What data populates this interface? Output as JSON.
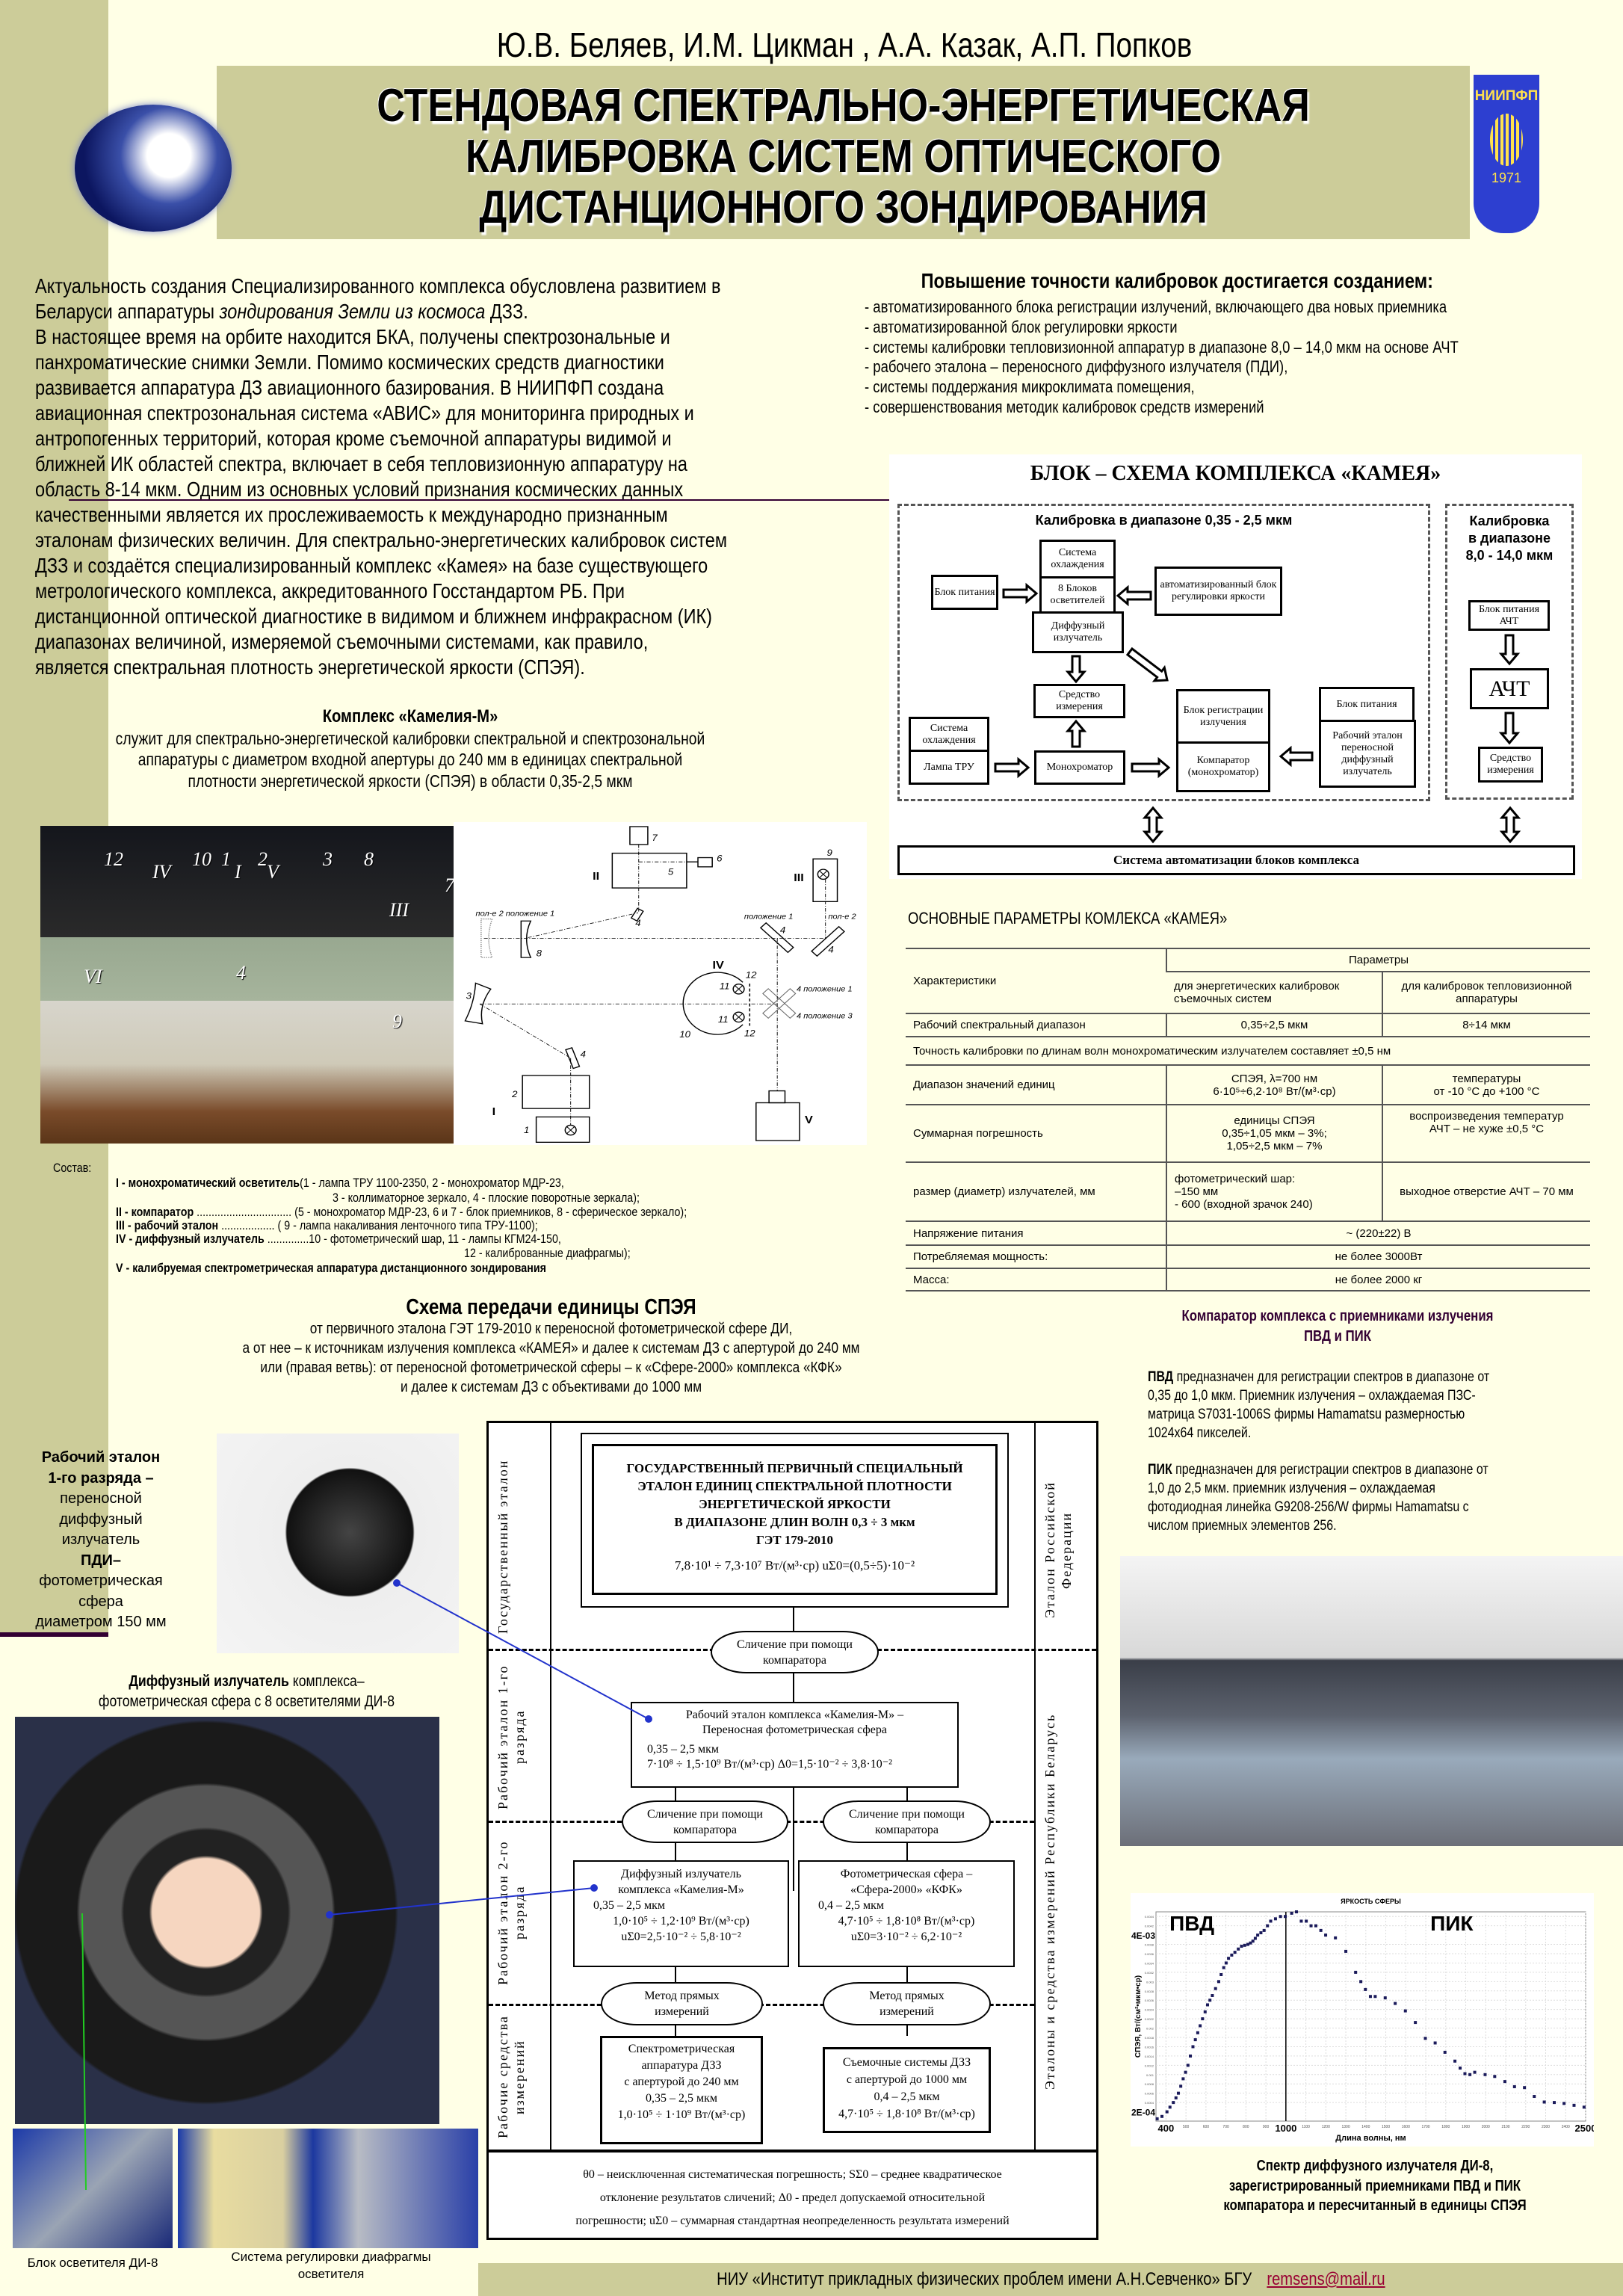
{
  "header": {
    "authors": "Ю.В. Беляев, И.М. Цикман , А.А. Казак, А.П. Попков",
    "title_lines": [
      "СТЕНДОВАЯ СПЕКТРАЛЬНО-ЭНЕРГЕТИЧЕСКАЯ",
      "КАЛИБРОВКА СИСТЕМ ОПТИЧЕСКОГО",
      "ДИСТАНЦИОННОГО ЗОНДИРОВАНИЯ"
    ],
    "emblem_text": "НИИПФП",
    "emblem_year": "1971"
  },
  "intro": {
    "l1": "Актуальность создания Специализированного комплекса обусловлена развитием в",
    "l2a": "Беларуси аппаратуры ",
    "l2b": "зондирования Земли из космоса",
    "l2c": " ДЗЗ.",
    "lines": [
      "В настоящее время на орбите находится БКА, получены спектрозональные и",
      "панхроматические снимки Земли. Помимо космических средств диагностики",
      "развивается аппаратура ДЗ авиационного базирования. В НИИПФП создана",
      "авиационная спектрозональная система «АВИС» для мониторинга природных и",
      "антропогенных территорий, которая кроме съемочной аппаратуры видимой и",
      "ближней ИК областей спектра, включает в себя тепловизионную аппаратуру на",
      "область  8-14 мкм. Одним из основных условий признания космических данных",
      "качественными является их прослеживаемость к международно признанным",
      "эталонам физических величин. Для спектрально-энергетических калибровок систем",
      "ДЗЗ и создаётся специализированный комплекс «Камея» на базе существующего",
      "метрологического комплекса, аккредитованного Госстандартом РБ. При",
      "дистанционной оптической диагностике в видимом и ближнем инфракрасном (ИК)",
      "диапазонах величиной, измеряемой съемочными системами, как правило,",
      "является спектральная плотность энергетической яркости (СПЭЯ)."
    ]
  },
  "goals": {
    "heading": "Повышение точности калибровок достигается созданием:",
    "items": [
      " - автоматизированного блока регистрации излучений, включающего два новых приемника",
      " - автоматизированной блок регулировки яркости",
      " - системы калибровки тепловизионной аппаратур в диапазоне 8,0 – 14,0 мкм на основе АЧТ",
      "- рабочего эталона – переносного диффузного излучателя (ПДИ),",
      "- системы поддержания микроклимата помещения,",
      "- совершенствования методик калибровок средств измерений"
    ]
  },
  "block_scheme": {
    "title": "БЛОК – СХЕМА КОМПЛЕКСА «КАМЕЯ»",
    "left_heading": "Калибровка в диапазоне 0,35 - 2,5 мкм",
    "right_heading": [
      "Калибровка",
      "в диапазоне",
      "8,0 - 14,0 мкм"
    ],
    "boxes": {
      "cooling1": "Система охлаждения",
      "illuminators": "8 Блоков осветителей",
      "power1": "Блок питания",
      "brightness": "автоматизированный блок регулировки яркости",
      "diffuse": "Диффузный излучатель",
      "meas1": "Средство измерения",
      "cooling2": "Система охлаждения",
      "lamp": "Лампа ТРУ",
      "mono": "Монохроматор",
      "register": "Блок регистрации излучения",
      "comparator": "Компаратор (монохроматор)",
      "power2": "Блок питания",
      "workstd": "Рабочий эталон переносной диффузный излучатель",
      "power_acht": "Блок питания АЧТ",
      "acht": "АЧТ",
      "meas2": "Средство измерения",
      "automation": "Система автоматизации блоков комплекса"
    }
  },
  "kamelia": {
    "heading": "Комплекс «Камелия-М»",
    "lines": [
      "служит для спектрально-энергетической калибровки спектральной и спектрозональной",
      "аппаратуры с диаметром входной апертуры до 240 мм в единицах спектральной",
      "плотности энергетической яркости (СПЭЯ) в области 0,35-2,5 мкм"
    ]
  },
  "lab_photo_labels": [
    "12",
    "IV",
    "10",
    "1",
    "I",
    "2",
    "V",
    "3",
    "8",
    "III",
    "VI",
    "4",
    "9",
    "7"
  ],
  "optical_scheme": {
    "labels": [
      "7",
      "6",
      "5",
      "II",
      "4",
      "пол-е 2 положение 1",
      "8",
      "9",
      "III",
      "положение 1",
      "пол-е 2",
      "4",
      "4",
      "IV",
      "12",
      "11",
      "11",
      "12",
      "10",
      "4 положение 1",
      "4 положение 3",
      "3",
      "4",
      "2",
      "1",
      "I",
      "V"
    ]
  },
  "params": {
    "title": "ОСНОВНЫЕ ПАРАМЕТРЫ КОМЛЕКСА «КАМЕЯ»",
    "h_char": "Характеристики",
    "h_params": "Параметры",
    "h_col1": "для энергетических калибровок съемочных систем",
    "h_col2": "для калибровок тепловизионной аппаратуры",
    "rows": [
      {
        "label": "Рабочий спектральный диапазон",
        "c1": "0,35÷2,5 мкм",
        "c2": "8÷14 мкм"
      },
      {
        "label": "Точность калибровки по длинам волн монохроматическим излучателем составляет ±0,5 нм"
      },
      {
        "label": "Диапазон значений единиц",
        "c1a": "СПЭЯ, λ=700 нм",
        "c1b": "6·10⁵÷6,2·10⁸ Вт/(м³·ср)",
        "c2a": "температуры",
        "c2b": "от -10 °С до +100 °С"
      },
      {
        "label": "Суммарная погрешность",
        "c1a": "единицы СПЭЯ",
        "c1b": "0,35÷1,05 мкм – 3%;",
        "c1c": "1,05÷2,5 мкм – 7%",
        "c2a": "воспроизведения температур",
        "c2b": "АЧТ – не хуже ±0,5 °С"
      },
      {
        "label": "размер (диаметр) излучателей, мм",
        "c1a": "фотометрический шар:",
        "c1b": " –150 мм",
        "c1c": " - 600 (входной зрачок 240)",
        "c2": "выходное отверстие АЧТ – 70 мм"
      },
      {
        "label": "Напряжение питания",
        "c": "~ (220±22) В"
      },
      {
        "label": "Потребляемая мощность:",
        "c": "не более 3000Вт"
      },
      {
        "label": "Масса:",
        "c": "не более 2000 кг"
      }
    ]
  },
  "sostav": {
    "label": "Состав:",
    "l1b": "I - монохроматический осветитель",
    "l1": "(1 - лампа ТРУ 1100-2350, 2 - монохроматор МДР-23,",
    "l2": "3 - коллиматорное зеркало, 4 - плоские поворотные зеркала);",
    "l3b": "II - компаратор",
    "l3": " ................................ (5 -  монохроматор МДР-23, 6 и 7 -  блок приемников, 8 - сферическое зеркало);",
    "l4b": "III -  рабочий эталон",
    "l4": " .................. ( 9 - лампа накаливания ленточного типа ТРУ-1100);",
    "l5b": "IV - диффузный излучатель",
    "l5": " ..............10 - фотометрический шар, 11 - лампы КГМ24-150,",
    "l6": "12 - калиброванные диафрагмы);",
    "l7b": "V - калибруемая спектрометрическая аппаратура дистанционного зондирования"
  },
  "transfer": {
    "heading": "Схема передачи единицы СПЭЯ",
    "lines": [
      "от первичного эталона ГЭТ 179-2010 к переносной фотометрической сфере ДИ,",
      "а от нее – к источникам излучения комплекса «КАМЕЯ» и далее к системам ДЗ с апертурой до 240 мм",
      "или (правая ветвь): от переносной фотометрической сферы – к «Сфере-2000» комплекса «КФК»",
      "и далее  к системам ДЗ с объективами до 1000 мм"
    ],
    "col_left": [
      "Государственный эталон",
      "Рабочий эталон 1-го разряда",
      "Рабочий эталон 2-го разряда",
      "Рабочие средства измерений"
    ],
    "col_right": [
      "Эталон Российской Федерации",
      "Эталоны и средства измерений Республики Беларусь"
    ],
    "primary": [
      "ГОСУДАРСТВЕННЫЙ ПЕРВИЧНЫЙ СПЕЦИАЛЬНЫЙ",
      "ЭТАЛОН ЕДИНИЦ СПЕКТРАЛЬНОЙ ПЛОТНОСТИ",
      "ЭНЕРГЕТИЧЕСКОЙ ЯРКОСТИ",
      "В ДИАПАЗОНЕ ДЛИН ВОЛН 0,3 ÷ 3 мкм",
      "ГЭТ 179-2010"
    ],
    "primary_formula": "7,8·10¹ ÷ 7,3·10⁷ Вт/(м³·ср)    uΣ0=(0,5÷5)·10⁻²",
    "compare": "Сличение при помощи компаратора",
    "work1": [
      "Рабочий эталон комплекса «Камелия-М» –",
      "Переносная фотометрическая сфера",
      "0,35 – 2,5 мкм",
      "7·10⁸ ÷ 1,5·10⁹ Вт/(м³·ср)  Δ0=1,5·10⁻² ÷ 3,8·10⁻²"
    ],
    "work2a": [
      "Диффузный излучатель",
      "комплекса «Камелия-М»",
      "0,35 – 2,5 мкм",
      "1,0·10⁵ ÷ 1,2·10⁹ Вт/(м³·ср)",
      "uΣ0=2,5·10⁻² ÷ 5,8·10⁻²"
    ],
    "work2b": [
      "Фотометрическая сфера –",
      "«Сфера-2000» «КФК»",
      "0,4 – 2,5 мкм",
      "4,7·10⁵ ÷ 1,8·10⁸ Вт/(м³·ср)",
      "uΣ0=3·10⁻² ÷ 6,2·10⁻²"
    ],
    "method": "Метод прямых измерений",
    "tool_a": [
      "Спектрометрическая",
      "аппаратура ДЗЗ",
      "с апертурой до 240 мм",
      "0,35 – 2,5 мкм",
      "1,0·10⁵ ÷ 1·10⁹ Вт/(м³·ср)"
    ],
    "tool_b": [
      "Съемочные системы ДЗЗ",
      "с апертурой до 1000 мм",
      "0,4 – 2,5 мкм",
      "4,7·10⁵ ÷ 1,8·10⁸ Вт/(м³·ср)"
    ],
    "legend": [
      "θ0 – неисключенная систематическая погрешность; SΣ0 – среднее квадратическое",
      "отклонение результатов сличений; Δ0 - предел допускаемой относительной",
      "погрешности; uΣ0 – суммарная стандартная неопределенность результата измерений"
    ]
  },
  "etalon": {
    "b1": "Рабочий эталон",
    "b2": "1-го разряда –",
    "l3": "переносной",
    "l4": "диффузный",
    "l5": "излучатель",
    "b6": "ПДИ–",
    "l7": "фотометрическая",
    "l8": "сфера",
    "l9": "диаметром 150 мм"
  },
  "di8": {
    "bold": "Диффузный излучатель",
    "rest": " комплекса–",
    "line2": "фотометрическая сфера  с 8  осветителями ДИ-8"
  },
  "captions": {
    "block_di8": "Блок осветителя ДИ-8",
    "diaphragm": [
      "Система регулировки диафрагмы",
      "осветителя"
    ]
  },
  "comparator": {
    "heading": [
      "Компаратор комплекса с приемниками  излучения",
      "ПВД и ПИК"
    ],
    "pvd_b": "ПВД",
    "pvd": [
      " предназначен для регистрации спектров в диапазоне от",
      "0,35 до 1,0 мкм. Приемник излучения – охлаждаемая ПЗС-",
      "матрица S7031-1006S фирмы Hamamatsu размерностью",
      "1024x64 пикселей."
    ],
    "pik_b": "ПИК",
    "pik": [
      " предназначен для регистрации спектров в диапазоне от",
      "1,0 до 2,5 мкм. приемник излучения – охлаждаемая",
      "фотодиодная линейка G9208-256/W фирмы  Hamamatsu с",
      "числом приемных элементов 256."
    ]
  },
  "chart_data": {
    "type": "scatter",
    "title": "ЯРКОСТЬ СФЕРЫ",
    "xlabel": "Длина волны, нм",
    "ylabel": "СПЭЯ, Вт/(см²•мкм•ср)",
    "xlim": [
      350,
      2500
    ],
    "ylim": [
      0,
      0.0045
    ],
    "x_major_ticks": [
      400,
      1000,
      2500
    ],
    "x_minor_ticks": [
      500,
      600,
      700,
      800,
      900,
      1100,
      1200,
      1300,
      1400,
      1500,
      1600,
      1700,
      1800,
      1900,
      2000,
      2100,
      2200,
      2300,
      2400
    ],
    "y_major_labels": [
      {
        "v": 0.004,
        "t": "4E-03"
      },
      {
        "v": 0.0002,
        "t": "2E-04"
      }
    ],
    "y_minor_ticks": [
      0.0004,
      0.0006,
      0.0008,
      0.001,
      0.0012,
      0.0014,
      0.0016,
      0.0018,
      0.002,
      0.0022,
      0.0024,
      0.0026,
      0.0028,
      0.003,
      0.0032,
      0.0034,
      0.0036,
      0.0038,
      0.0042,
      0.0044
    ],
    "divider_x": 1000,
    "grid": true,
    "series": [
      {
        "name": "ПВД",
        "points": [
          [
            356,
            5e-05
          ],
          [
            380,
            0.0001
          ],
          [
            405,
            0.0002
          ],
          [
            420,
            0.0003
          ],
          [
            437,
            0.0004
          ],
          [
            450,
            0.0005
          ],
          [
            462,
            0.0006
          ],
          [
            474,
            0.00075
          ],
          [
            486,
            0.00091
          ],
          [
            498,
            0.00105
          ],
          [
            510,
            0.0012
          ],
          [
            522,
            0.0014
          ],
          [
            535,
            0.0016
          ],
          [
            547,
            0.00175
          ],
          [
            559,
            0.0019
          ],
          [
            571,
            0.00205
          ],
          [
            583,
            0.0022
          ],
          [
            596,
            0.00235
          ],
          [
            608,
            0.0025
          ],
          [
            620,
            0.0026
          ],
          [
            632,
            0.0027
          ],
          [
            648,
            0.00285
          ],
          [
            664,
            0.003
          ],
          [
            676,
            0.00315
          ],
          [
            689,
            0.0033
          ],
          [
            701,
            0.0034
          ],
          [
            713,
            0.0035
          ],
          [
            729,
            0.00357
          ],
          [
            745,
            0.00363
          ],
          [
            762,
            0.0037
          ],
          [
            778,
            0.00376
          ],
          [
            794,
            0.00378
          ],
          [
            810,
            0.0038
          ],
          [
            823,
            0.00383
          ],
          [
            835,
            0.00387
          ],
          [
            847,
            0.00393
          ],
          [
            859,
            0.004
          ],
          [
            875,
            0.00405
          ],
          [
            891,
            0.0041
          ],
          [
            908,
            0.0042
          ],
          [
            924,
            0.0043
          ],
          [
            948,
            0.00435
          ],
          [
            973,
            0.0044
          ],
          [
            997,
            0.0044
          ]
        ]
      },
      {
        "name": "ПИК",
        "points": [
          [
            1029,
            0.00447
          ],
          [
            1053,
            0.0045
          ],
          [
            1077,
            0.0043
          ],
          [
            1102,
            0.0043
          ],
          [
            1126,
            0.0042
          ],
          [
            1150,
            0.0042
          ],
          [
            1175,
            0.0041
          ],
          [
            1199,
            0.004
          ],
          [
            1248,
            0.00394
          ],
          [
            1300,
            0.00365
          ],
          [
            1349,
            0.0032
          ],
          [
            1375,
            0.003
          ],
          [
            1398,
            0.00283
          ],
          [
            1423,
            0.00268
          ],
          [
            1447,
            0.00268
          ],
          [
            1497,
            0.00265
          ],
          [
            1547,
            0.00253
          ],
          [
            1598,
            0.00237
          ],
          [
            1648,
            0.00212
          ],
          [
            1698,
            0.00178
          ],
          [
            1747,
            0.00168
          ],
          [
            1796,
            0.00148
          ],
          [
            1846,
            0.00129
          ],
          [
            1872,
            0.00114
          ],
          [
            1896,
            0.00102
          ],
          [
            1921,
            0.001
          ],
          [
            1945,
            0.00105
          ],
          [
            1997,
            0.001
          ],
          [
            2045,
            0.00096
          ],
          [
            2096,
            0.00085
          ],
          [
            2144,
            0.00074
          ],
          [
            2194,
            0.00072
          ],
          [
            2243,
            0.00053
          ],
          [
            2293,
            0.00041
          ],
          [
            2343,
            0.0004
          ],
          [
            2392,
            0.00038
          ],
          [
            2442,
            0.00034
          ],
          [
            2492,
            0.0003
          ]
        ]
      }
    ],
    "annotations": [
      "ПВД",
      "ПИК"
    ],
    "caption": [
      "Спектр диффузного излучателя ДИ-8,",
      "зарегистрированный приемниками ПВД и ПИК",
      "компаратора и пересчитанный в единицы СПЭЯ"
    ]
  },
  "footer": {
    "org": "НИУ «Институт прикладных физических проблем имени А.Н.Севченко» БГУ",
    "email": "remsens@mail.ru"
  }
}
